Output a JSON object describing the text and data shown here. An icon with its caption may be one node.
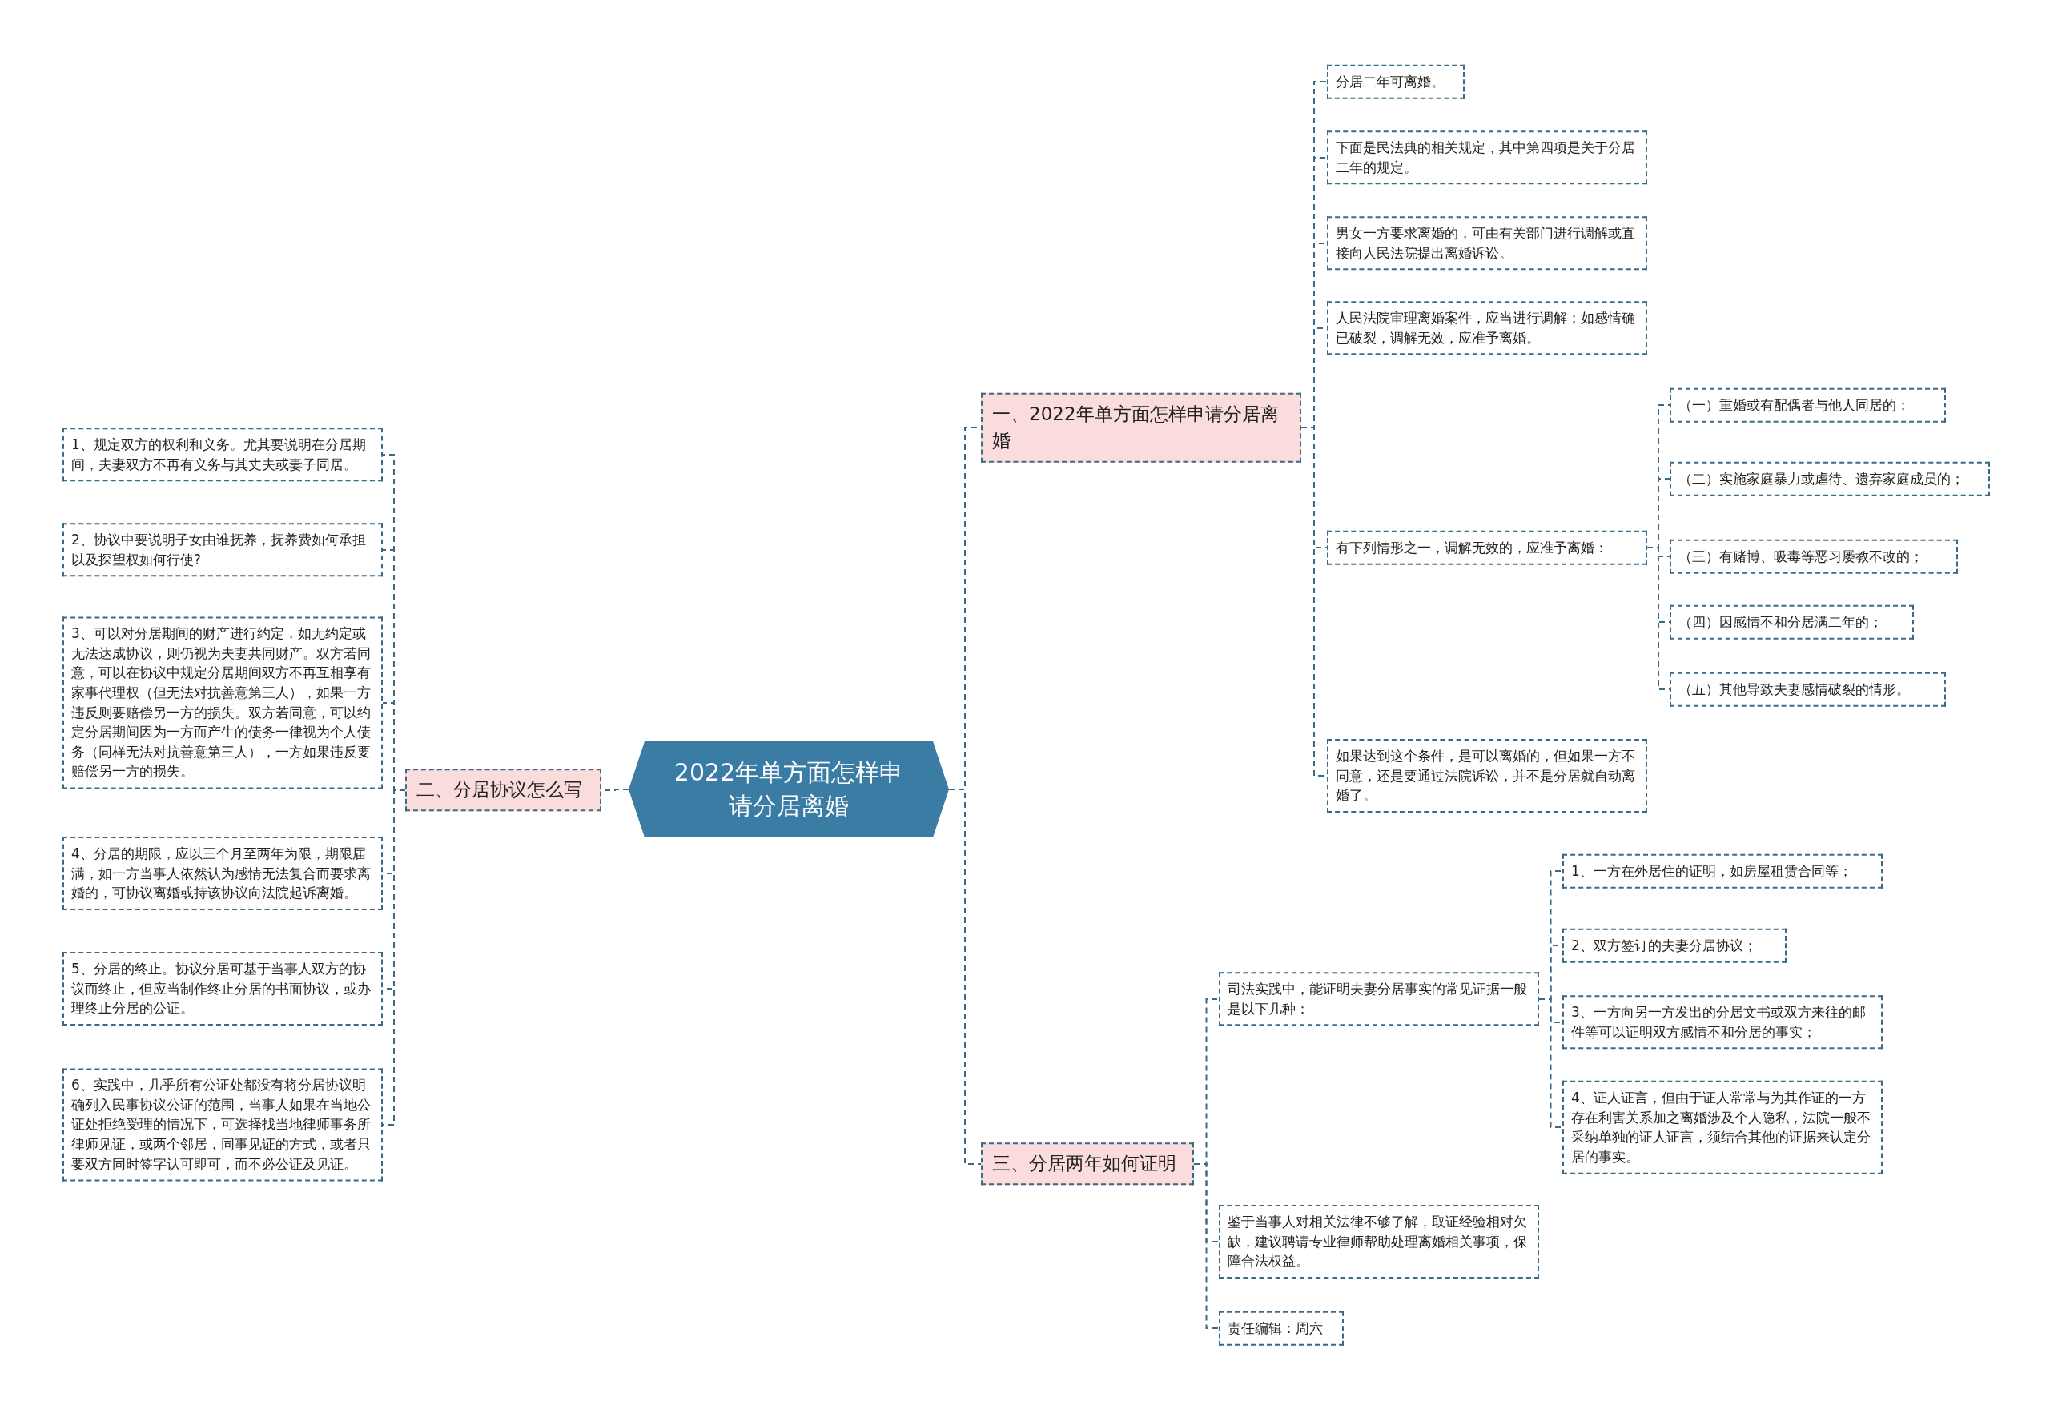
{
  "diagram": {
    "nodes": [
      {
        "text": [
          "2022年单方面怎样申请分居离婚"
        ]
      },
      {
        "text": [
          "一、2022年单方面怎样申请分居离婚"
        ]
      },
      {
        "text": [
          "分居二年可离婚。"
        ]
      },
      {
        "text": [
          "下面是民法典的相关规定，其中第四项是关于分居二年的规定。"
        ]
      },
      {
        "text": [
          "男女一方要求离婚的，可由有关部门进行调解或直接向人民法院提出离婚诉讼。"
        ]
      },
      {
        "text": [
          "人民法院审理离婚案件，应当进行调解；如感情确已破裂，调解无效，应准予离婚。"
        ]
      },
      {
        "text": [
          "有下列情形之一，调解无效的，应准予离婚："
        ]
      },
      {
        "text": [
          "（一）重婚或有配偶者与他人同居的；"
        ]
      },
      {
        "text": [
          "（二）实施家庭暴力或虐待、遗弃家庭成员的；"
        ]
      },
      {
        "text": [
          "（三）有赌博、吸毒等恶习屡教不改的；"
        ]
      },
      {
        "text": [
          "（四）因感情不和分居满二年的；"
        ]
      },
      {
        "text": [
          "（五）其他导致夫妻感情破裂的情形。"
        ]
      },
      {
        "text": [
          "如果达到这个条件，是可以离婚的，但如果一方不同意，还是要通过法院诉讼，并不是分居就自动离婚了。"
        ]
      },
      {
        "text": [
          "二、分居协议怎么写"
        ]
      },
      {
        "text": [
          "1、规定双方的权利和义务。尤其要说明在分居期间，夫妻双方不再有义务与其丈夫或妻子同居。"
        ]
      },
      {
        "text": [
          "2、协议中要说明子女由谁抚养，抚养费如何承担以及探望权如何行使?"
        ]
      },
      {
        "text": [
          "3、可以对分居期间的财产进行约定，如无约定或无法达成协议，则仍视为夫妻共同财产。双方若同意，可以在协议中规定分居期间双方不再互相享有家事代理权（但无法对抗善意第三人），如果一方违反则要赔偿另一方的损失。双方若同意，可以约定分居期间因为一方而产生的债务一律视为个人债务（同样无法对抗善意第三人），一方如果违反要赔偿另一方的损失。"
        ]
      },
      {
        "text": [
          "4、分居的期限，应以三个月至两年为限，期限届满，如一方当事人依然认为感情无法复合而要求离婚的，可协议离婚或持该协议向法院起诉离婚。"
        ]
      },
      {
        "text": [
          "5、分居的终止。协议分居可基于当事人双方的协议而终止，但应当制作终止分居的书面协议，或办理终止分居的公证。"
        ]
      },
      {
        "text": [
          "6、实践中，几乎所有公证处都没有将分居协议明确列入民事协议公证的范围，当事人如果在当地公证处拒绝受理的情况下，可选择找当地律师事务所律师见证，或两个邻居，同事见证的方式，或者只要双方同时签字认可即可，而不必公证及见证。"
        ]
      },
      {
        "text": [
          "三、分居两年如何证明"
        ]
      },
      {
        "text": [
          "司法实践中，能证明夫妻分居事实的常见证据一般是以下几种："
        ]
      },
      {
        "text": [
          "1、一方在外居住的证明，如房屋租赁合同等；"
        ]
      },
      {
        "text": [
          "2、双方签订的夫妻分居协议；"
        ]
      },
      {
        "text": [
          "3、一方向另一方发出的分居文书或双方来往的邮件等可以证明双方感情不和分居的事实；"
        ]
      },
      {
        "text": [
          "4、证人证言，但由于证人常常与为其作证的一方存在利害关系加之离婚涉及个人隐私，法院一般不采纳单独的证人证言，须结合其他的证据来认定分居的事实。"
        ]
      },
      {
        "text": [
          "鉴于当事人对相关法律不够了解，取证经验相对欠缺，建议聘请专业律师帮助处理离婚相关事项，保障合法权益。"
        ]
      },
      {
        "text": [
          "责任编辑：周六"
        ]
      }
    ],
    "edges": [
      {
        "from": 0,
        "to": 1,
        "arrow": "none"
      },
      {
        "from": 0,
        "to": 13,
        "arrow": "none"
      },
      {
        "from": 0,
        "to": 20,
        "arrow": "none"
      },
      {
        "from": 1,
        "to": 2,
        "arrow": "none"
      },
      {
        "from": 1,
        "to": 3,
        "arrow": "none"
      },
      {
        "from": 1,
        "to": 4,
        "arrow": "none"
      },
      {
        "from": 1,
        "to": 5,
        "arrow": "none"
      },
      {
        "from": 1,
        "to": 6,
        "arrow": "none"
      },
      {
        "from": 1,
        "to": 12,
        "arrow": "none"
      },
      {
        "from": 6,
        "to": 7,
        "arrow": "none"
      },
      {
        "from": 6,
        "to": 8,
        "arrow": "none"
      },
      {
        "from": 6,
        "to": 9,
        "arrow": "none"
      },
      {
        "from": 6,
        "to": 10,
        "arrow": "none"
      },
      {
        "from": 6,
        "to": 11,
        "arrow": "none"
      },
      {
        "from": 13,
        "to": 14,
        "arrow": "none"
      },
      {
        "from": 13,
        "to": 15,
        "arrow": "none"
      },
      {
        "from": 13,
        "to": 16,
        "arrow": "none"
      },
      {
        "from": 13,
        "to": 17,
        "arrow": "none"
      },
      {
        "from": 13,
        "to": 18,
        "arrow": "none"
      },
      {
        "from": 13,
        "to": 19,
        "arrow": "none"
      },
      {
        "from": 20,
        "to": 21,
        "arrow": "none"
      },
      {
        "from": 20,
        "to": 26,
        "arrow": "none"
      },
      {
        "from": 20,
        "to": 27,
        "arrow": "none"
      },
      {
        "from": 21,
        "to": 22,
        "arrow": "none"
      },
      {
        "from": 21,
        "to": 23,
        "arrow": "none"
      },
      {
        "from": 21,
        "to": 24,
        "arrow": "none"
      },
      {
        "from": 21,
        "to": 25,
        "arrow": "none"
      }
    ]
  }
}
